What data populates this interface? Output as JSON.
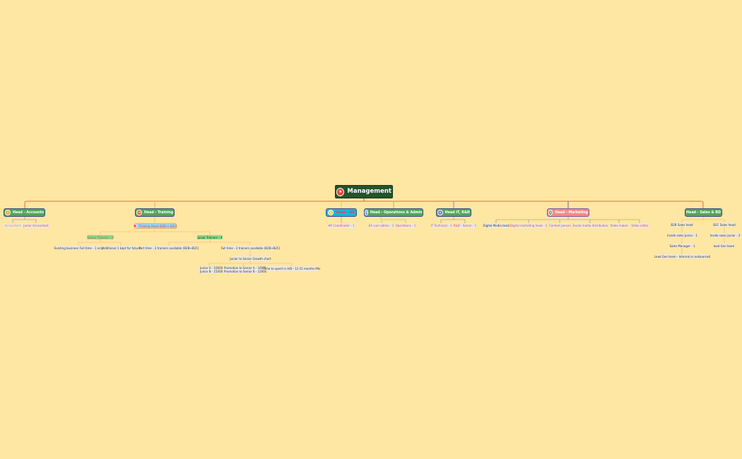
{
  "root": {
    "label": "Management",
    "icon": "star-icon",
    "color": "#24532b"
  },
  "heads": {
    "accounts": {
      "label": "Head - Accounts",
      "badge": "2"
    },
    "training": {
      "label": "Head - Training",
      "badge": "10"
    },
    "hr": {
      "label": "Head - HR",
      "badge": "1"
    },
    "ops": {
      "label": "Head - Operations & Admin",
      "badge": "5"
    },
    "it": {
      "label": "Head IT, R&D",
      "badge": "4"
    },
    "marketing": {
      "label": "Head - Marketing",
      "badge": "3"
    },
    "sales": {
      "label": "Head - Sales & BD"
    }
  },
  "accounts": [
    "Accountant",
    "Junior Accountant"
  ],
  "training": {
    "head": {
      "label": "Training Head (B2B + B2C)",
      "badge": "11"
    },
    "senior": "Senior Trainers - 2",
    "junior": "Junior Trainers - 4",
    "senior_children": [
      "Existing business Full time - 1 only",
      "Additional 1 kept for future"
    ],
    "junior_children": [
      "Part time - 2 trainers available (B2B+B2C)",
      "Full time - 2 trainers available (B2B+B2C)"
    ],
    "growth": "Junior to Senior Growth chart",
    "growth_children": {
      "junior_a": "Junior A - 10000",
      "junior_b": "Junior B - 15000",
      "promo_a": "Promotion to Senior A - 16000",
      "promo_b": "Promotion to Senior B - 22000",
      "time": "Time to spent in A/B - 12-15 months Min"
    }
  },
  "hr": [
    "HR Coordinator - 1"
  ],
  "ops": [
    "EA cum admin - 1",
    "Operations - 1"
  ],
  "it": [
    "IT Technical - 1",
    "R&D - Senior - 1"
  ],
  "marketing": [
    "Digital Media team",
    "Digital marketing head - 1",
    "Content person",
    "Social media distribution",
    "Video maker",
    "Video editor"
  ],
  "sales": {
    "b2b": "B2B Sales head",
    "b2c": "B2C Sales head",
    "b2b_children": [
      "Inside sales Junior - 1",
      "Sales Manager - 1",
      "Lead Gen team - Internal or outsourced"
    ],
    "b2c_children": [
      "Inside sales Junior - 2",
      "lead Gen team"
    ]
  }
}
